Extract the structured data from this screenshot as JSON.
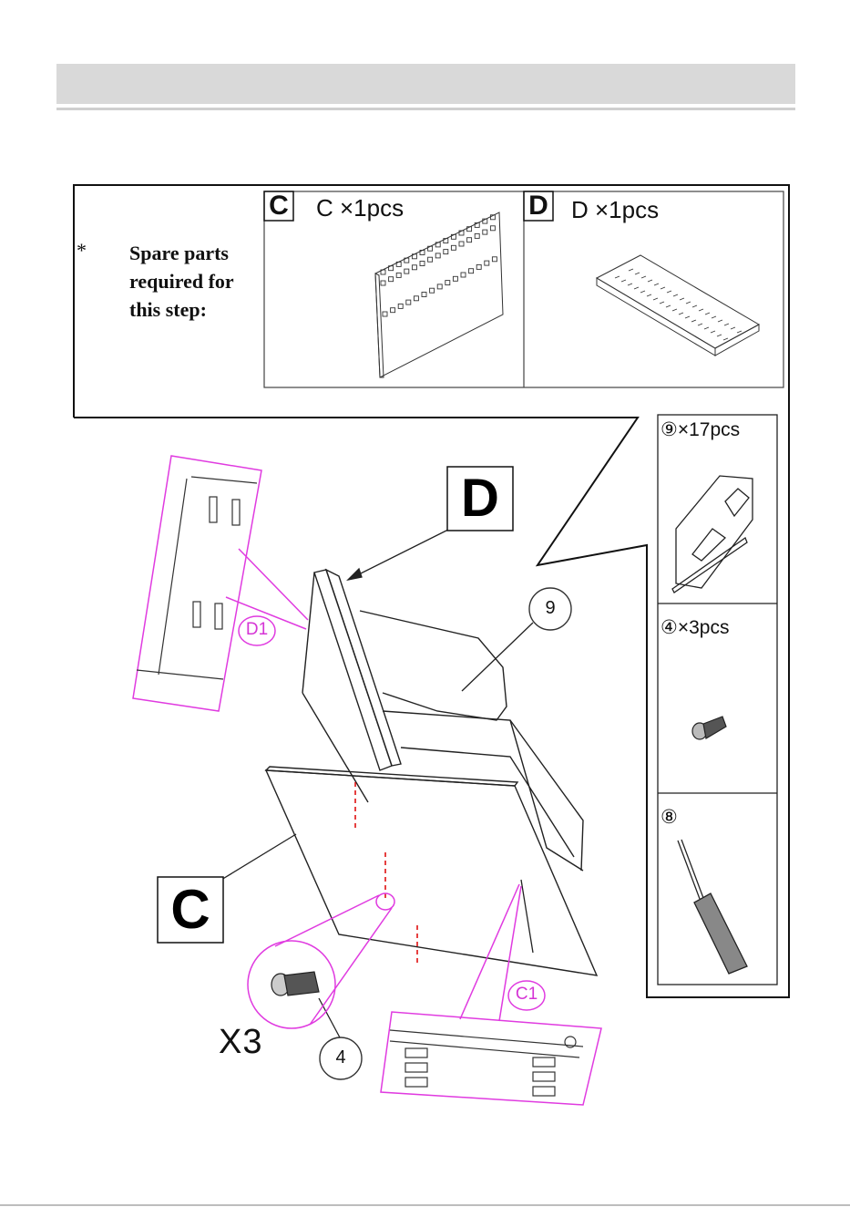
{
  "spare_parts": {
    "asterisk": "*",
    "heading": "Spare parts required for this step:"
  },
  "parts": [
    {
      "letter": "C",
      "label": "C ×1pcs"
    },
    {
      "letter": "D",
      "label": "D ×1pcs"
    }
  ],
  "hardware": [
    {
      "label": "⑨×17pcs"
    },
    {
      "label": "④×3pcs"
    },
    {
      "label": "⑧"
    }
  ],
  "diagram": {
    "label_d": "D",
    "label_c": "C",
    "callout_9": "9",
    "callout_4": "4",
    "detail_d1": "D1",
    "detail_c1": "C1",
    "quantity": "X3"
  }
}
